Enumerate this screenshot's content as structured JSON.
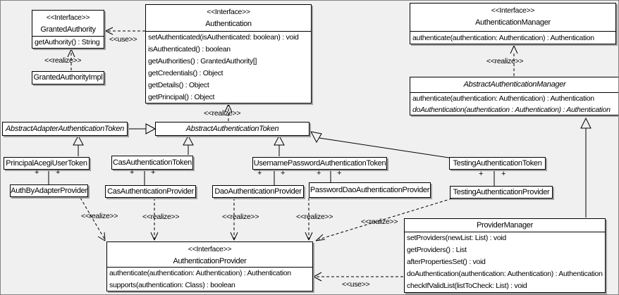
{
  "labels": {
    "realize": "<<realize>>",
    "use": "<<use>>",
    "plus": "+"
  },
  "classes": {
    "granted_authority": {
      "stereotype": "<<Interface>>",
      "name": "GrantedAuthority",
      "methods": [
        "getAuthority() : String"
      ]
    },
    "granted_authority_impl": {
      "name": "GrantedAuthorityImpl"
    },
    "authentication": {
      "stereotype": "<<Interface>>",
      "name": "Authentication",
      "methods": [
        "setAuthenticated(isAuthenticated: boolean) : void",
        "isAuthenticated() : boolean",
        "getAuthorities() : GrantedAuthority[]",
        "getCredentials() : Object",
        "getDetails() : Object",
        "getPrincipal() : Object"
      ]
    },
    "authentication_manager": {
      "stereotype": "<<Interface>>",
      "name": "AuthenticationManager",
      "methods": [
        "authenticate(authentication: Authentication) : Authentication"
      ]
    },
    "abstract_authentication_manager": {
      "name": "AbstractAuthenticationManager",
      "methods": [
        "authenticate(authentication: Authentication) : Authentication",
        "doAuthentication(authentication : Authentication) : Authentication"
      ]
    },
    "abstract_adapter_authentication_token": {
      "name": "AbstractAdapterAuthenticationToken"
    },
    "abstract_authentication_token": {
      "name": "AbstractAuthenticationToken"
    },
    "principal_acegi_user_token": {
      "name": "PrincipalAcegiUserToken"
    },
    "cas_authentication_token": {
      "name": "CasAuthenticationToken"
    },
    "username_password_authentication_token": {
      "name": "UsernamePasswordAuthenticationToken"
    },
    "testing_authentication_token": {
      "name": "TestingAuthenticationToken"
    },
    "auth_by_adapter_provider": {
      "name": "AuthByAdapterProvider"
    },
    "cas_authentication_provider": {
      "name": "CasAuthenticationProvider"
    },
    "dao_authentication_provider": {
      "name": "DaoAuthenticationProvider"
    },
    "password_dao_authentication_provider": {
      "name": "PasswordDaoAuthenticationProvider"
    },
    "testing_authentication_provider": {
      "name": "TestingAuthenticationProvider"
    },
    "provider_manager": {
      "name": "ProviderManager",
      "methods": [
        "setProviders(newList: List) : void",
        "getProviders() : List",
        "afterPropertiesSet() : void",
        "doAuthentication(authentication: Authentication) : Authentication",
        "checkIfValidList(listToCheck: List) : void"
      ]
    },
    "authentication_provider": {
      "stereotype": "<<Interface>>",
      "name": "AuthenticationProvider",
      "methods": [
        "authenticate(authentication: Authentication) : Authentication",
        "supports(authentication: Class) : boolean"
      ]
    }
  }
}
